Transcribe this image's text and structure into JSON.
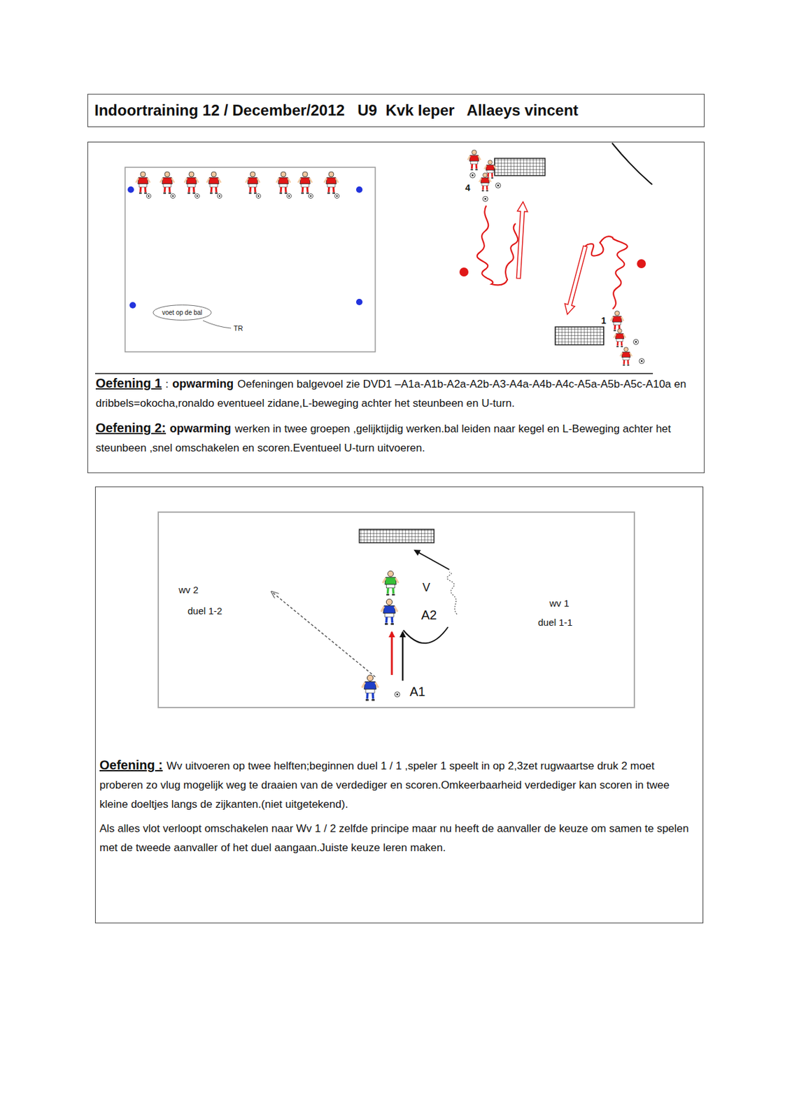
{
  "diagram": {
    "title": "Indoortraining 12 / December/2012   U9  Kvk Ieper   Allaeys vincent",
    "nodes": [
      {
        "text": [
          "Oefening  1",
          ":",
          "opwarming",
          "Oefeningen balgevoel zie DVD1 –A1a-A1b-A2a-A2b-A3-A4a-A4b-A4c-A5a-A5b-A5c-A10a en dribbels=okocha,ronaldo eventueel zidane,L-beweging achter het steunbeen en U-turn.",
          "Oefening 2:",
          "opwarming",
          "werken in twee groepen ,gelijktijdig werken.bal leiden naar kegel en L-Beweging achter het steunbeen ,snel omschakelen en scoren.Eventueel U-turn uitvoeren."
        ]
      },
      {
        "text": [
          "voet op de bal"
        ],
        "in": 0
      },
      {
        "text": [
          "Oefening :",
          "Wv uitvoeren op twee helften;beginnen duel 1 / 1 ,speler 1 speelt in op 2,3zet rugwaartse druk 2 moet proberen zo vlug mogelijk weg te draaien van de verdediger en scoren.Omkeerbaarheid verdediger kan scoren in twee kleine doeltjes langs de zijkanten.(niet uitgetekend).",
          "Als alles vlot verloopt omschakelen naar Wv 1 / 2 zelfde principe maar nu heeft de aanvaller de keuze om samen te spelen met de tweede aanvaller of het duel aangaan.Juiste keuze leren maken."
        ]
      }
    ],
    "labels": [
      "TR",
      "4",
      "1",
      "wv 2",
      "duel 1-2",
      "wv 1",
      "duel 1-1",
      "V",
      "A2",
      "A1"
    ]
  }
}
